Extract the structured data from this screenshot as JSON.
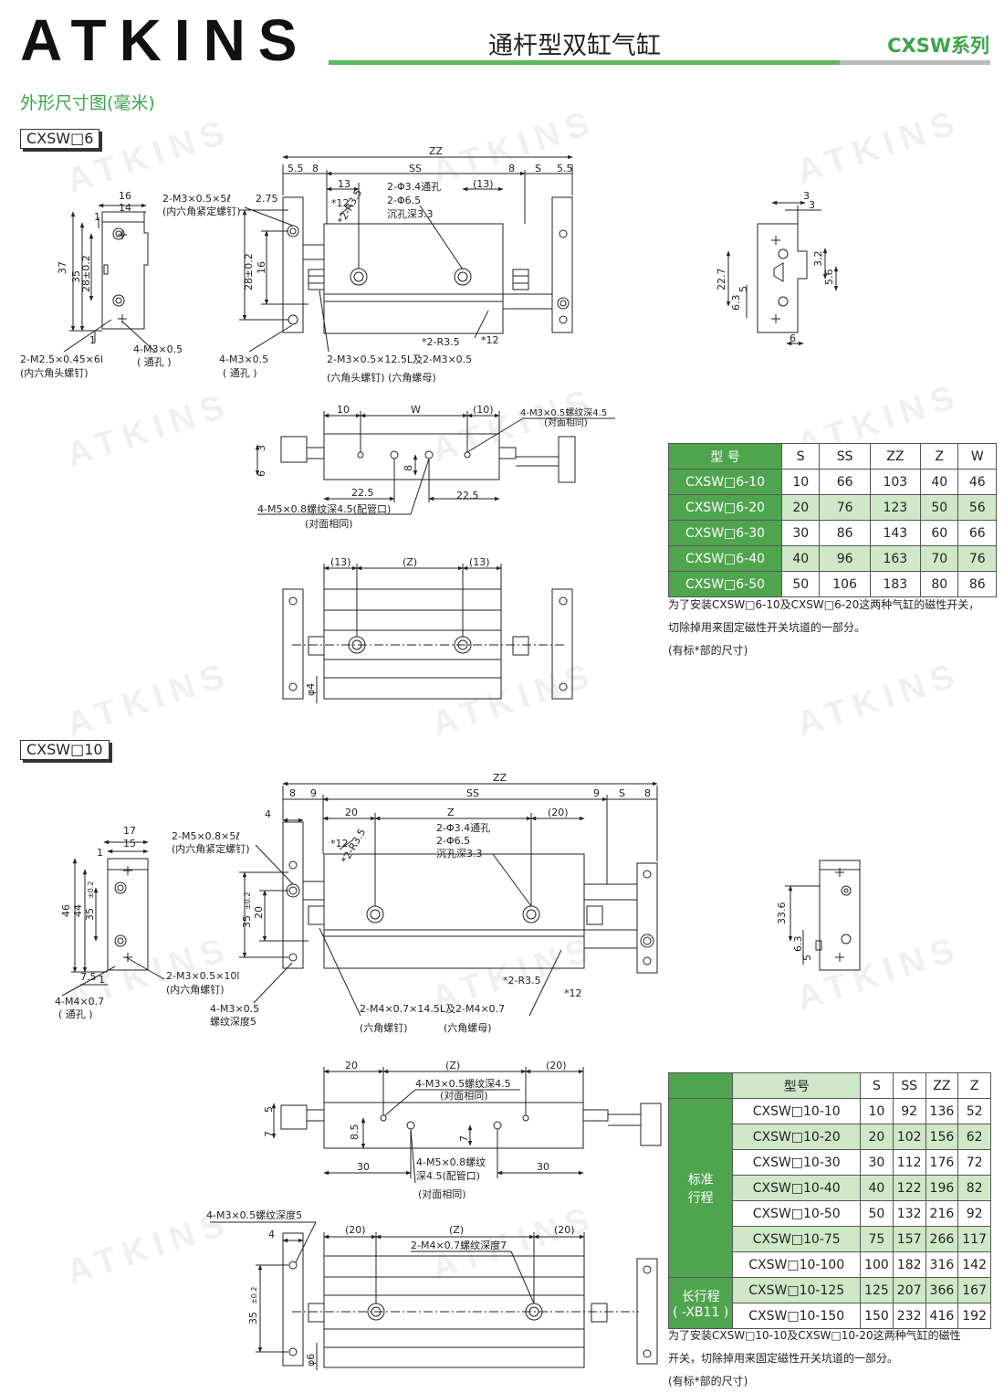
{
  "header": {
    "logo": "ATKINS",
    "title": "通杆型双缸气缸",
    "series": "CXSW系列",
    "section": "外形尺寸图(毫米)"
  },
  "watermark": "ATKINS",
  "models": {
    "small": "CXSW□6",
    "large": "CXSW□10"
  },
  "d6": {
    "zz": "ZZ",
    "ss": "SS",
    "w": "W",
    "z": "(Z)",
    "s": "S",
    "d55a": "5.5",
    "d8a": "8",
    "d8b": "8",
    "d55b": "5.5",
    "d13": "13",
    "d13p": "(13)",
    "d13l": "(13)",
    "d13r": "(13)",
    "d16": "16",
    "d14": "14",
    "d1a": "1",
    "d1b": "1",
    "d37": "37",
    "d35": "35",
    "d28": "28±0.2",
    "d28b": "28±0.2",
    "d16b": "16",
    "d275": "2.75",
    "d12": "*12",
    "d12b": "*12",
    "r35": "*2-R3.5",
    "r35b": "*2-R3.5",
    "phi34": "2-Φ3.4通孔",
    "phi65": "2-Φ6.5",
    "cb": "沉孔深3.3",
    "m3set": "2-M3×0.5×5ℓ",
    "m3set_n": "(内六角紧定螺钉)",
    "m25": "2-M2.5×0.45×6l",
    "m25_n": "(内六角头螺钉)",
    "m3a": "4-M3×0.5",
    "m3a_n": "( 通孔 )",
    "m3b": "4-M3×0.5",
    "m3b_n": "( 通孔 )",
    "m3125": "2-M3×0.5×12.5L及2-M3×0.5",
    "m3125_n": "(六角头螺钉)  (六角螺母)",
    "d10": "10",
    "d10p": "(10)",
    "m3d": "4-M3×0.5螺纹深4.5",
    "m3d_n": "(对面相同)",
    "d3": "3",
    "d6": "6",
    "d8": "8",
    "d225a": "22.5",
    "d225b": "22.5",
    "m5": "4-M5×0.8螺纹深4.5(配管口)",
    "m5_n": "(对面相同)",
    "phi4": "φ4",
    "e3a": "3",
    "e3b": "3",
    "e32": "3.2",
    "e56": "5.6",
    "e227": "22.7",
    "e5": "5",
    "e63": "6.3",
    "e6": "6"
  },
  "d10": {
    "zz": "ZZ",
    "ss": "SS",
    "z": "Z",
    "s": "S",
    "zp": "(Z)",
    "zp2": "(Z)",
    "d8a": "8",
    "d9a": "9",
    "d9b": "9",
    "d8b": "8",
    "d4": "4",
    "d20": "20",
    "d20p": "(20)",
    "d20l": "(20)",
    "d20r": "(20)",
    "d20c": "20",
    "d20cr": "(20)",
    "d17": "17",
    "d15": "15",
    "d1a": "1",
    "d1b": "1",
    "d46": "46",
    "d44": "44",
    "d35": "35",
    "d35s": "±0.2",
    "d35b": "35",
    "d35bs": "±0.2",
    "d20b": "20",
    "d75": "7.5",
    "d12": "*12",
    "d12b": "*12",
    "r35": "*2-R3.5",
    "r35b": "*2-R3.5",
    "phi34": "2-Φ3.4通孔",
    "phi65": "2-Φ6.5",
    "cb": "沉孔深3.3",
    "m5set": "2-M5×0.8×5ℓ",
    "m5set_n": "(内六角紧定螺钉)",
    "m310": "2-M3×0.5×10l",
    "m310_n": "(内六角螺钉)",
    "m4": "4-M4×0.7",
    "m4_n": "( 通孔 )",
    "m3": "4-M3×0.5",
    "m3_n": "螺纹深度5",
    "m4145": "2-M4×0.7×14.5L及2-M4×0.7",
    "m4145_n1": "(六角螺钉)",
    "m4145_n2": "(六角螺母)",
    "m3d": "4-M3×0.5螺纹深4.5",
    "m3d_n": "(对面相同)",
    "d5": "5",
    "d7": "7",
    "d85": "8.5",
    "d7b": "7",
    "d30a": "30",
    "d30b": "30",
    "m5": "4-M5×0.8螺纹",
    "m5b": "深4.5(配管口)",
    "m5_n": "(对面相同)",
    "m3depth": "4-M3×0.5螺纹深度5",
    "m4depth": "2-M4×0.7螺纹深度7",
    "d4b": "4",
    "d35c": "35",
    "d35cs": "±0.2",
    "phi6": "φ6",
    "e336": "33.6",
    "e63": "6.3",
    "e5": "5"
  },
  "table6": {
    "headers": [
      "型 号",
      "S",
      "SS",
      "ZZ",
      "Z",
      "W"
    ],
    "rows": [
      [
        "CXSW□6-10",
        "10",
        "66",
        "103",
        "40",
        "46"
      ],
      [
        "CXSW□6-20",
        "20",
        "76",
        "123",
        "50",
        "56"
      ],
      [
        "CXSW□6-30",
        "30",
        "86",
        "143",
        "60",
        "66"
      ],
      [
        "CXSW□6-40",
        "40",
        "96",
        "163",
        "70",
        "76"
      ],
      [
        "CXSW□6-50",
        "50",
        "106",
        "183",
        "80",
        "86"
      ]
    ],
    "note1": "为了安装CXSW□6-10及CXSW□6-20这两种气缸的磁性开关，",
    "note2": "切除掉用来固定磁性开关坑道的一部分。",
    "note3": "(有标*部的尺寸)"
  },
  "table10": {
    "headers": [
      "型号",
      "S",
      "SS",
      "ZZ",
      "Z"
    ],
    "group1": "标准\n行程",
    "group1a": "标准",
    "group1b": "行程",
    "group2a": "长行程",
    "group2b": "( -XB11 )",
    "rows": [
      [
        "CXSW□10-10",
        "10",
        "92",
        "136",
        "52"
      ],
      [
        "CXSW□10-20",
        "20",
        "102",
        "156",
        "62"
      ],
      [
        "CXSW□10-30",
        "30",
        "112",
        "176",
        "72"
      ],
      [
        "CXSW□10-40",
        "40",
        "122",
        "196",
        "82"
      ],
      [
        "CXSW□10-50",
        "50",
        "132",
        "216",
        "92"
      ],
      [
        "CXSW□10-75",
        "75",
        "157",
        "266",
        "117"
      ],
      [
        "CXSW□10-100",
        "100",
        "182",
        "316",
        "142"
      ],
      [
        "CXSW□10-125",
        "125",
        "207",
        "366",
        "167"
      ],
      [
        "CXSW□10-150",
        "150",
        "232",
        "416",
        "192"
      ]
    ],
    "note1": "为了安装CXSW□10-10及CXSW□10-20这两种气缸的磁性",
    "note2": "开关，切除掉用来固定磁性开关坑道的一部分。",
    "note3": "(有标*部的尺寸)"
  }
}
